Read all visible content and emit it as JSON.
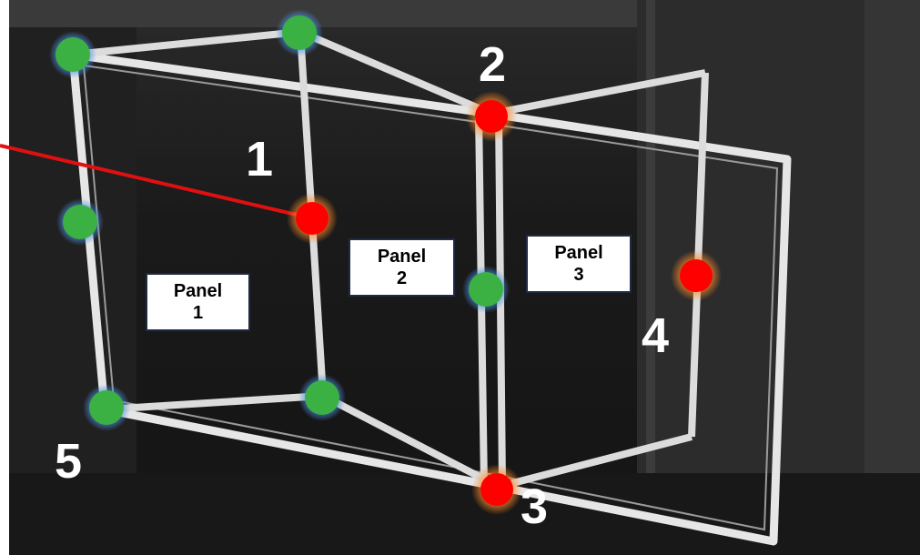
{
  "panels": [
    {
      "line1": "Panel",
      "line2": "1"
    },
    {
      "line1": "Panel",
      "line2": "2"
    },
    {
      "line1": "Panel",
      "line2": "3"
    }
  ],
  "callouts": [
    "1",
    "2",
    "3",
    "4",
    "5"
  ],
  "colors": {
    "hinge": "#3bb143",
    "lock_point": "#ff0000",
    "pointer_line": "#e01010",
    "frame": "#e6e6e6",
    "label_border": "#1f2a44"
  },
  "icons": {
    "hinge_marker": "green-circle",
    "lock_marker": "red-circle"
  }
}
